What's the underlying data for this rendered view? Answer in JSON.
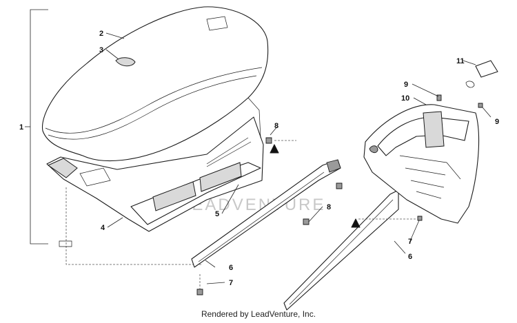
{
  "callouts": {
    "c1": "1",
    "c2": "2",
    "c3": "3",
    "c4": "4",
    "c5": "5",
    "c6a": "6",
    "c6b": "6",
    "c7a": "7",
    "c7b": "7",
    "c8a": "8",
    "c8b": "8",
    "c9a": "9",
    "c9b": "9",
    "c10": "10",
    "c11": "11"
  },
  "watermark": {
    "text": "LEADVENTURE"
  },
  "footer": {
    "text": "Rendered by LeadVenture, Inc."
  }
}
